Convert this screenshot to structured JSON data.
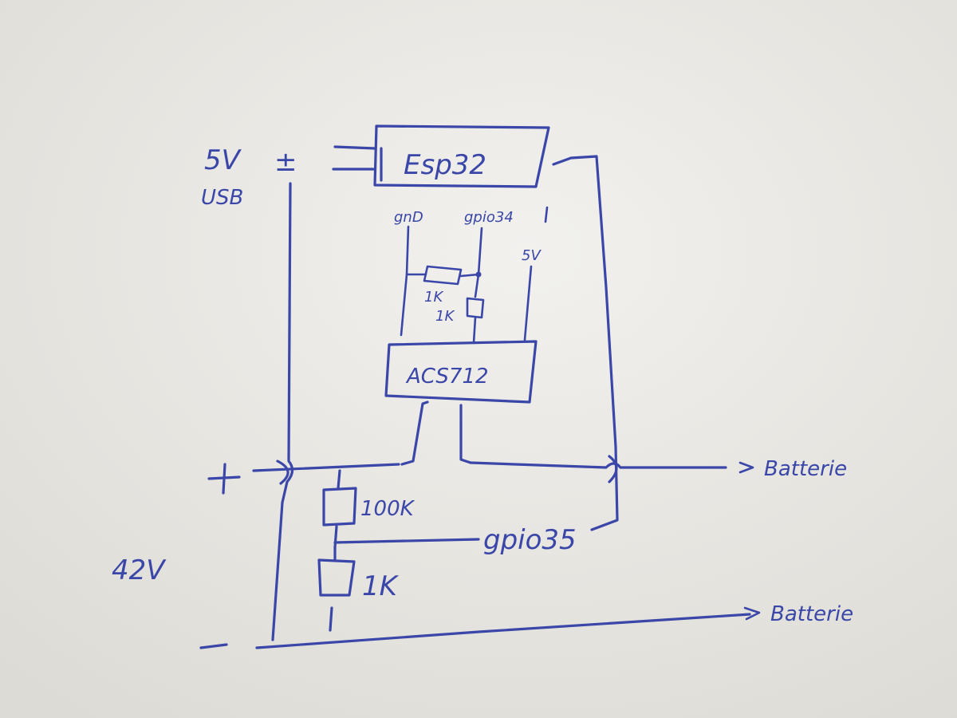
{
  "diagram": {
    "esp32_label": "Esp32",
    "esp_pin_gnd": "gnD",
    "esp_pin_gpio34": "gpio34",
    "esp_pin_5v": "5V",
    "usb_voltage": "5V",
    "usb_label": "USB",
    "usb_plus": "±",
    "resistor_1k_a": "1K",
    "resistor_1k_b": "1K",
    "sensor_label": "ACS712",
    "plus_label": "+",
    "minus_label": "−",
    "battery_voltage": "42V",
    "resistor_100k": "100K",
    "resistor_1k_c": "1K",
    "gpio35_label": "gpio35",
    "battery_plus_label": "Batterie",
    "battery_minus_label": "Batterie"
  },
  "colors": {
    "ink": "#3a46a8",
    "paper": "#e9e7e2"
  }
}
